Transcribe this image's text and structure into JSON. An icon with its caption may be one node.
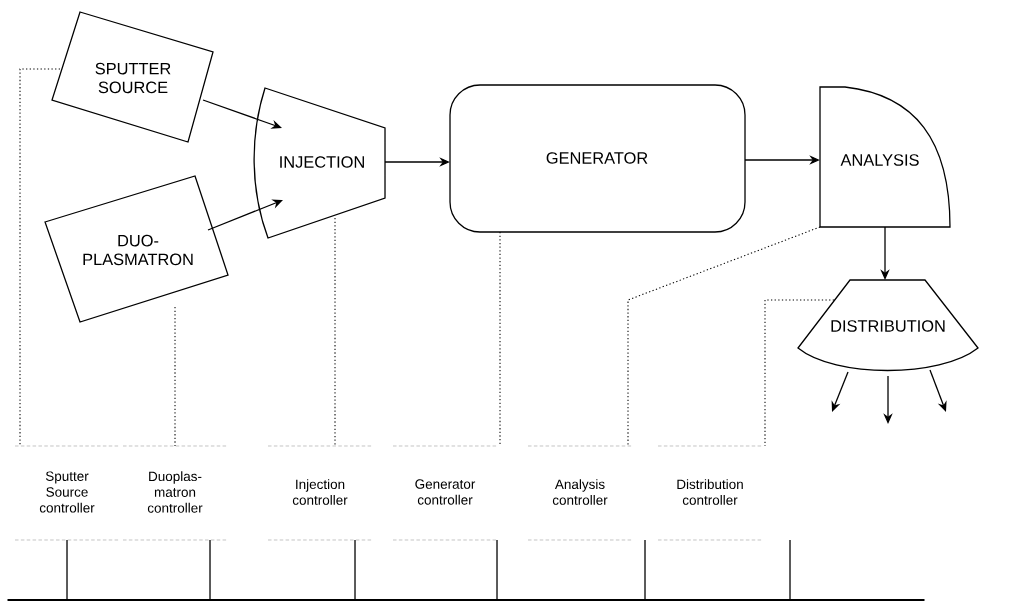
{
  "diagram": {
    "nodes": [
      {
        "text": [
          "SPUTTER SOURCE"
        ]
      },
      {
        "text": [
          "DUO- PLASMATRON"
        ]
      },
      {
        "text": [
          "INJECTION"
        ]
      },
      {
        "text": [
          "GENERATOR"
        ]
      },
      {
        "text": [
          "ANALYSIS"
        ]
      },
      {
        "text": [
          "DISTRIBUTION"
        ]
      },
      {
        "text": [
          "Sputter Source controller"
        ]
      },
      {
        "text": [
          "Duoplas- matron controller"
        ]
      },
      {
        "text": [
          "Injection controller"
        ]
      },
      {
        "text": [
          "Generator controller"
        ]
      },
      {
        "text": [
          "Analysis controller"
        ]
      },
      {
        "text": [
          "Distribution controller"
        ]
      },
      {
        "text": [],
        "shape": "bar"
      }
    ],
    "edges": [
      {
        "from": 0,
        "to": 2,
        "arrow": "to"
      },
      {
        "from": 1,
        "to": 2,
        "arrow": "to"
      },
      {
        "from": 2,
        "to": 3,
        "arrow": "to"
      },
      {
        "from": 3,
        "to": 4,
        "arrow": "to"
      },
      {
        "from": 4,
        "to": 5,
        "arrow": "to"
      },
      {
        "from": 5,
        "to": null,
        "arrow": "to"
      },
      {
        "from": 5,
        "to": null,
        "arrow": "to"
      },
      {
        "from": 5,
        "to": null,
        "arrow": "to"
      },
      {
        "from": 0,
        "to": 6,
        "arrow": "none",
        "style": "dashed"
      },
      {
        "from": 1,
        "to": 7,
        "arrow": "none",
        "style": "dashed"
      },
      {
        "from": 2,
        "to": 8,
        "arrow": "none",
        "style": "dashed"
      },
      {
        "from": 3,
        "to": 9,
        "arrow": "none",
        "style": "dashed"
      },
      {
        "from": 4,
        "to": 10,
        "arrow": "none",
        "style": "dashed"
      },
      {
        "from": 5,
        "to": 11,
        "arrow": "none",
        "style": "dashed"
      },
      {
        "from": 6,
        "to": 12,
        "arrow": "none"
      },
      {
        "from": 7,
        "to": 12,
        "arrow": "none"
      },
      {
        "from": 8,
        "to": 12,
        "arrow": "none"
      },
      {
        "from": 9,
        "to": 12,
        "arrow": "none"
      },
      {
        "from": 10,
        "to": 12,
        "arrow": "none"
      },
      {
        "from": 11,
        "to": 12,
        "arrow": "none"
      }
    ]
  }
}
